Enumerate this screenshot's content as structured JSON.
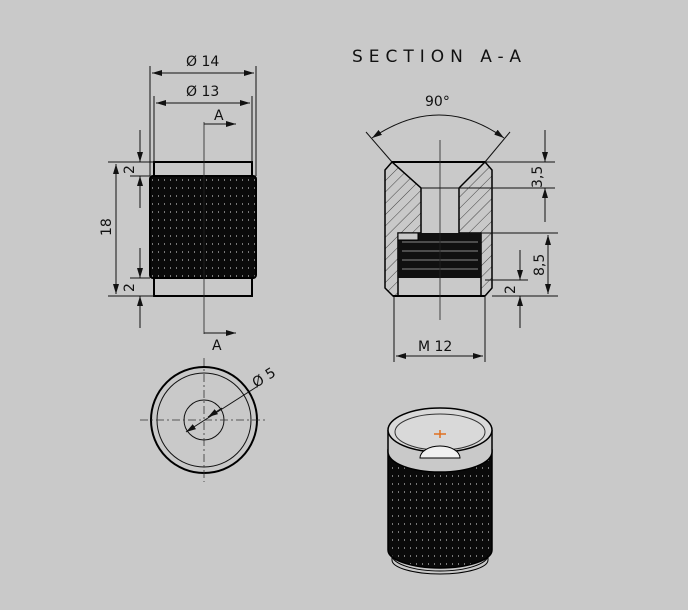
{
  "title": "SECTION A-A",
  "front_view": {
    "outer_diameter": "Ø 14",
    "inner_diameter": "Ø 13",
    "section_marker_top": "A",
    "section_marker_bottom": "A",
    "height": "18",
    "top_band": "2",
    "bottom_band": "2"
  },
  "section_view": {
    "angle": "90°",
    "counterbore_depth": "3,5",
    "thread_depth": "8,5",
    "relief": "2",
    "thread": "M 12"
  },
  "top_view": {
    "hole_diameter": "Ø 5"
  },
  "colors": {
    "background": "#c9c9c9",
    "line": "#111111",
    "marker": "#e07020"
  }
}
